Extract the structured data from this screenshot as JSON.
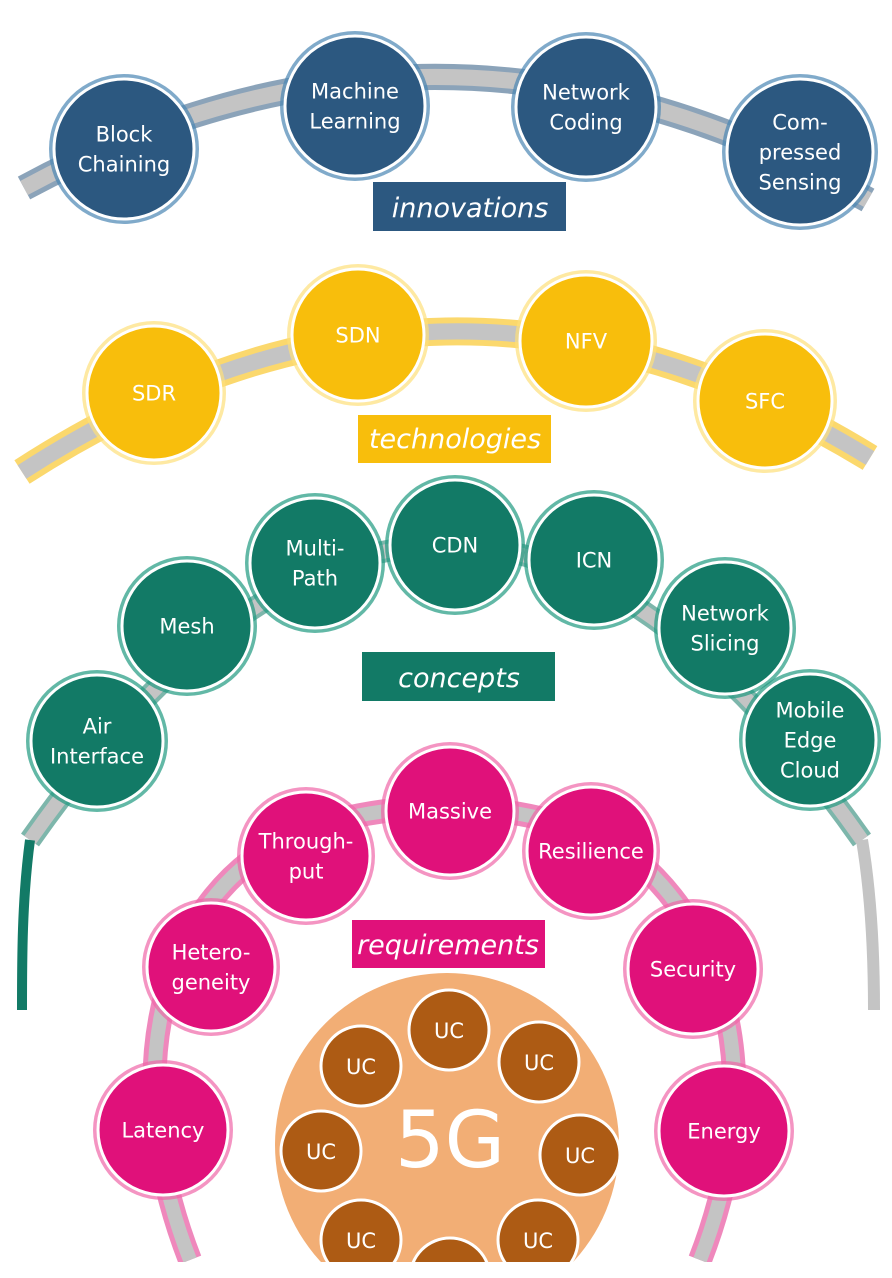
{
  "colors": {
    "track": "#c4c4c4",
    "innovations": "#2c5880",
    "innovations_edge": "#4a86b3",
    "technologies": "#f8be0c",
    "technologies_edge": "#fde07a",
    "concepts": "#127a66",
    "concepts_edge": "#1f9a80",
    "requirements": "#e0117a",
    "requirements_edge": "#f066a8",
    "core": "#f2ae75",
    "use_case": "#ad5b14",
    "node_border": "#ffffff"
  },
  "innovations": {
    "label": "innovations",
    "nodes": [
      {
        "lines": [
          "Block",
          "Chaining"
        ]
      },
      {
        "lines": [
          "Machine",
          "Learning"
        ]
      },
      {
        "lines": [
          "Network",
          "Coding"
        ]
      },
      {
        "lines": [
          "Com-",
          "pressed",
          "Sensing"
        ]
      }
    ]
  },
  "technologies": {
    "label": "technologies",
    "nodes": [
      {
        "lines": [
          "SDR"
        ]
      },
      {
        "lines": [
          "SDN"
        ]
      },
      {
        "lines": [
          "NFV"
        ]
      },
      {
        "lines": [
          "SFC"
        ]
      }
    ]
  },
  "concepts": {
    "label": "concepts",
    "nodes": [
      {
        "lines": [
          "Air",
          "Interface"
        ]
      },
      {
        "lines": [
          "Mesh"
        ]
      },
      {
        "lines": [
          "Multi-",
          "Path"
        ]
      },
      {
        "lines": [
          "CDN"
        ]
      },
      {
        "lines": [
          "ICN"
        ]
      },
      {
        "lines": [
          "Network",
          "Slicing"
        ]
      },
      {
        "lines": [
          "Mobile",
          "Edge",
          "Cloud"
        ]
      }
    ]
  },
  "requirements": {
    "label": "requirements",
    "nodes": [
      {
        "lines": [
          "Latency"
        ]
      },
      {
        "lines": [
          "Hetero-",
          "geneity"
        ]
      },
      {
        "lines": [
          "Through-",
          "put"
        ]
      },
      {
        "lines": [
          "Massive"
        ]
      },
      {
        "lines": [
          "Resilience"
        ]
      },
      {
        "lines": [
          "Security"
        ]
      },
      {
        "lines": [
          "Energy"
        ]
      }
    ]
  },
  "core": {
    "label": "5G",
    "use_case_label": "UC",
    "use_case_count": 8
  }
}
